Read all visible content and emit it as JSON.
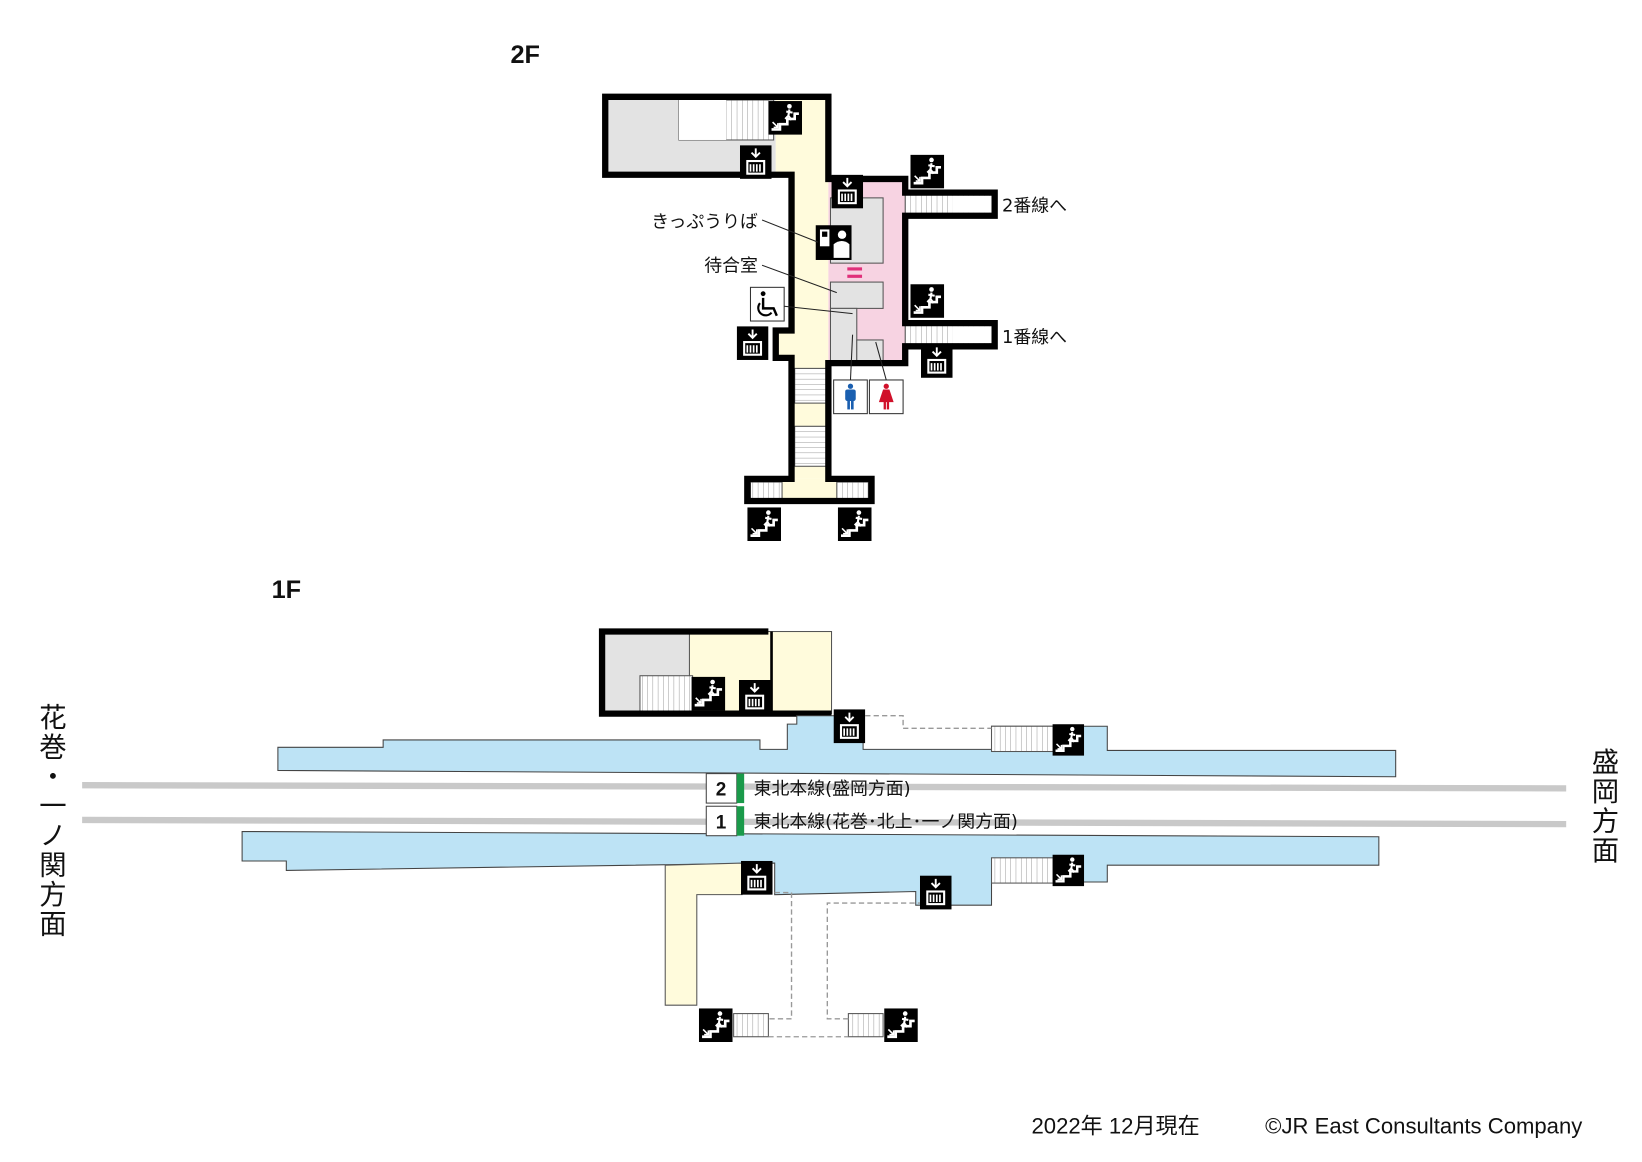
{
  "floors": {
    "upper": "2F",
    "lower": "1F"
  },
  "labels_2f": {
    "ticket_office": "きっぷうりば",
    "waiting_room": "待合室",
    "to_track_2": "2番線へ",
    "to_track_1": "1番線へ"
  },
  "tracks": [
    {
      "number": "2",
      "name": "東北本線(盛岡方面)"
    },
    {
      "number": "1",
      "name": "東北本線(花巻･北上･一ノ関方面)"
    }
  ],
  "directions": {
    "left": "花巻・一ノ関方面",
    "right": "盛岡方面"
  },
  "footer": {
    "date": "2022年 12月現在",
    "copyright": "©JR East Consultants Company"
  },
  "colors": {
    "concourse": "#fffbdc",
    "platform": "#bde3f5",
    "restricted": "#f7d3e2",
    "facility": "#e3e3e3",
    "track_line_marker": "#1a9a4a",
    "track": "#c9c9c9"
  },
  "icons": [
    "stairs-icon",
    "elevator-icon",
    "ticket-office-icon",
    "wheelchair-icon",
    "mens-toilet-icon",
    "womens-toilet-icon"
  ]
}
